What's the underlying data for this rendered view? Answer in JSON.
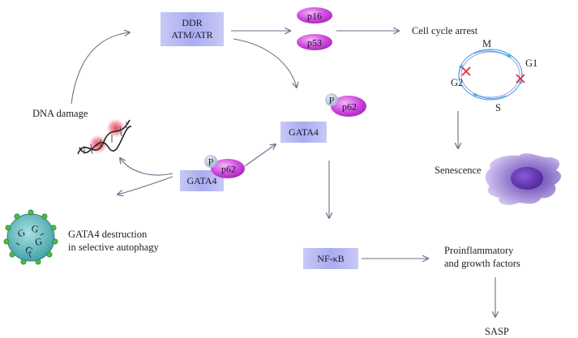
{
  "labels": {
    "ddr_line1": "DDR",
    "ddr_line2": "ATM/ATR",
    "p16": "p16",
    "p53": "p53",
    "cell_cycle_arrest": "Cell cycle arrest",
    "phase_m": "M",
    "phase_g1": "G1",
    "phase_g2": "G2",
    "phase_s": "S",
    "senescence": "Senescence",
    "dna_damage": "DNA damage",
    "gata4_center": "GATA4",
    "p_center": "P",
    "p62_center": "p62",
    "gata4_left": "GATA4",
    "p_left": "P",
    "p62_left": "p62",
    "nfkb": "NF-κB",
    "proinflammatory_line1": "Proinflammatory",
    "proinflammatory_line2": "and growth factors",
    "sasp": "SASP",
    "autophagy_line1": "GATA4 destruction",
    "autophagy_line2": "in selective autophagy",
    "vesicle_g1": "G",
    "vesicle_g2": "G",
    "vesicle_g3": "G",
    "vesicle_g4": "G"
  },
  "colors": {
    "box_fill": "#b7b9f0",
    "p62_fill": "#d24fe0",
    "p_fill": "#b9c6dc",
    "arrow": "#6d6f8a",
    "cycle_ring": "#4aa8e8",
    "arrest_mark": "#e0303a",
    "cell_fill": "#8f77c6",
    "vesicle_fill": "#4fb3b8",
    "vesicle_beads": "#4fb84a",
    "dna_glow": "#e23a4e"
  }
}
